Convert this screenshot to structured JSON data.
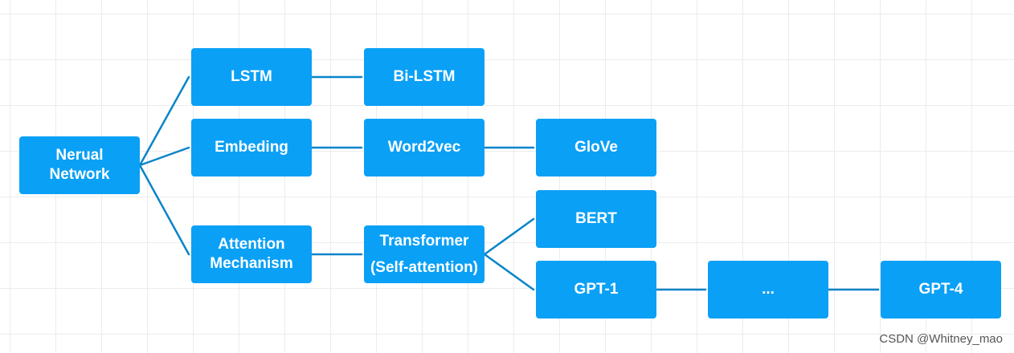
{
  "nodes": {
    "neural_network": "Nerual\nNetwork",
    "lstm": "LSTM",
    "bi_lstm": "Bi-LSTM",
    "embeding": "Embeding",
    "word2vec": "Word2vec",
    "glove": "GloVe",
    "attention": "Attention\nMechanism",
    "transformer": "Transformer\n(Self-attention)",
    "bert": "BERT",
    "gpt1": "GPT-1",
    "ellipsis": "...",
    "gpt4": "GPT-4"
  },
  "edges": [
    [
      "neural_network",
      "lstm"
    ],
    [
      "neural_network",
      "embeding"
    ],
    [
      "neural_network",
      "attention"
    ],
    [
      "lstm",
      "bi_lstm"
    ],
    [
      "embeding",
      "word2vec"
    ],
    [
      "word2vec",
      "glove"
    ],
    [
      "attention",
      "transformer"
    ],
    [
      "transformer",
      "bert"
    ],
    [
      "transformer",
      "gpt1"
    ],
    [
      "gpt1",
      "ellipsis"
    ],
    [
      "ellipsis",
      "gpt4"
    ]
  ],
  "colors": {
    "node_fill": "#0aa0f6",
    "edge": "#0a84c9",
    "node_text": "#ffffff"
  },
  "watermark": "CSDN @Whitney_mao"
}
